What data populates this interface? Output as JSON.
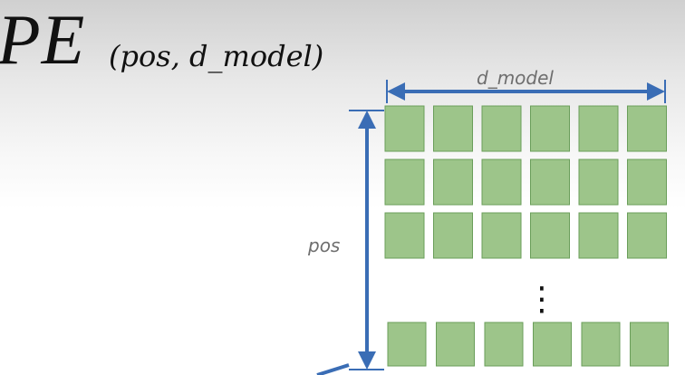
{
  "formula": {
    "symbol": "PE",
    "arguments": "(pos, d_model)"
  },
  "labels": {
    "width_dimension": "d_model",
    "height_dimension": "pos"
  },
  "grid": {
    "top_rows": 3,
    "columns": 6,
    "bottom_rows": 1,
    "ellipsis_glyph": "⋮"
  },
  "colors": {
    "cell_fill": "#9dc58a",
    "cell_border": "#6a9e5a",
    "arrow": "#3a6db5",
    "label_text": "#6e6e6e",
    "formula_text": "#111111"
  }
}
